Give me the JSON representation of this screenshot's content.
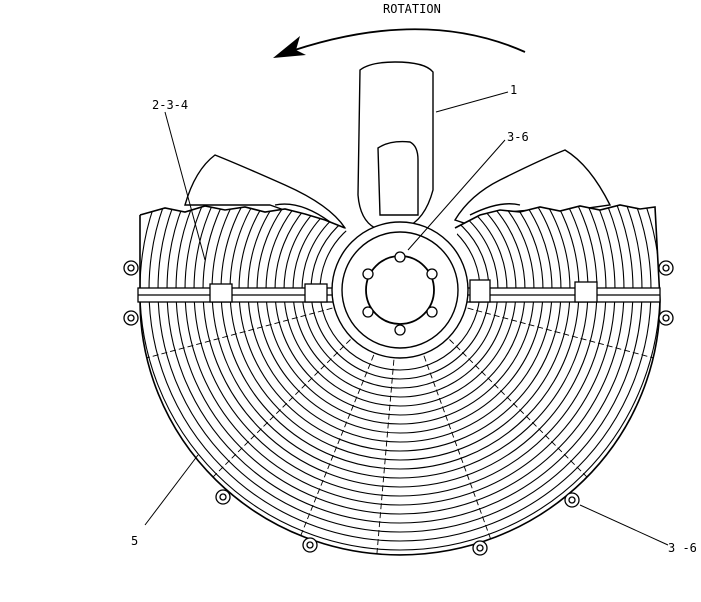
{
  "diagram": {
    "rotation_label": "ROTATION",
    "callouts": [
      {
        "id": "c1",
        "text": "1"
      },
      {
        "id": "c234",
        "text": "2-3-4"
      },
      {
        "id": "c36a",
        "text": "3-6"
      },
      {
        "id": "c5",
        "text": "5"
      },
      {
        "id": "c36b",
        "text": "3 -6"
      }
    ],
    "colors": {
      "line": "#000000",
      "background": "#ffffff"
    }
  }
}
